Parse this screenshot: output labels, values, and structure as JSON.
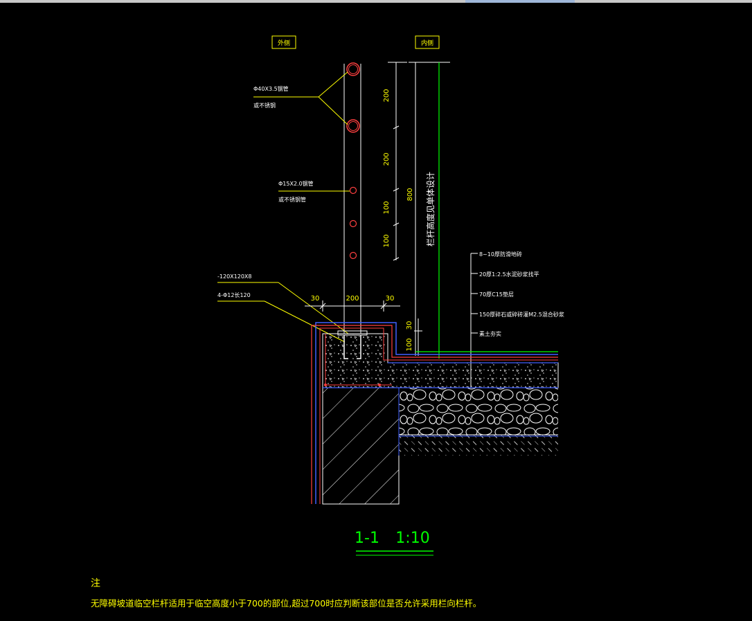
{
  "window": {
    "tabs": [
      {
        "label": ""
      },
      {
        "label": ""
      }
    ]
  },
  "drawing": {
    "side_labels": {
      "outer": "外侧",
      "inner": "内侧"
    },
    "callouts": {
      "tube_large_1": "Φ40X3.5钢管",
      "tube_large_2": "或不锈钢",
      "tube_small_1": "Φ15X2.0钢管",
      "tube_small_2": "或不锈钢管",
      "plate": "-120X120X8",
      "anchor": "4-Φ12长120"
    },
    "layers": [
      "8~10厚防滑地砖",
      "20厚1:2.5水泥砂浆找平",
      "70厚C15垫层",
      "150厚碎石或碎砖灌M2.5混合砂浆",
      "素土夯实"
    ],
    "dims": {
      "v1": "200",
      "v2": "200",
      "v3": "100",
      "v4": "100",
      "total": "800",
      "rail_note": "栏杆高度见单体设计",
      "w_left": "30",
      "w_mid": "200",
      "w_right": "30",
      "h_top": "30",
      "h_bottom": "100"
    },
    "section_title": {
      "mark": "1-1",
      "scale": "1:10"
    },
    "notes": {
      "heading": "注",
      "text": "无障碍坡道临空栏杆适用于临空高度小于700的部位,超过700时应判断该部位是否允许采用栏向栏杆。"
    }
  }
}
